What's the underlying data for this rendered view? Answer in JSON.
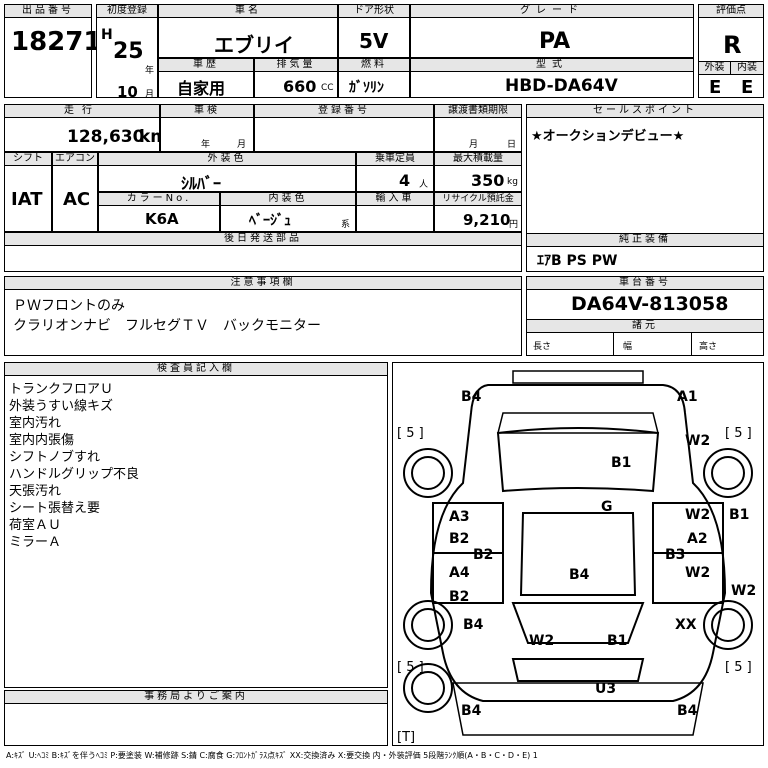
{
  "header": {
    "lot_label": "出品番号",
    "lot_number": "18271",
    "first_reg_label": "初度登録",
    "era": "H",
    "year_value": "25",
    "year_unit": "年",
    "month_value": "10",
    "month_unit": "月",
    "car_name_label": "車名",
    "car_name": "エブリイ",
    "door_label": "ドア形状",
    "door": "5V",
    "grade_label": "グレード",
    "grade": "PA",
    "score_label": "評価点",
    "score": "R",
    "history_label": "車歴",
    "history": "自家用",
    "displacement_label": "排気量",
    "displacement": "660",
    "displacement_unit": "CC",
    "fuel_label": "燃料",
    "fuel": "ｶﾞｿﾘﾝ",
    "model_label": "型式",
    "model": "HBD-DA64V",
    "exterior_label": "外装",
    "exterior_grade": "E",
    "interior_label": "内装",
    "interior_grade": "E"
  },
  "row2": {
    "mileage_label": "走行",
    "mileage": "128,630",
    "mileage_unit": "km",
    "inspection_label": "車検",
    "inspection_year_unit": "年",
    "inspection_month_unit": "月",
    "reg_no_label": "登録番号",
    "doc_deadline_label": "譲渡書類期限",
    "doc_month_unit": "月",
    "doc_day_unit": "日",
    "sales_point_label": "セールスポイント",
    "sales_point": "★オークションデビュー★"
  },
  "row3": {
    "shift_label": "シフト",
    "shift": "IAT",
    "ac_label": "エアコン",
    "ac": "AC",
    "ext_color_label": "外装色",
    "ext_color": "ｼﾙﾊﾞｰ",
    "capacity_label": "乗車定員",
    "capacity": "4",
    "capacity_unit": "人",
    "max_load_label": "最大積載量",
    "max_load": "350",
    "max_load_unit": "kg",
    "color_no_label": "カラーNo.",
    "color_no": "K6A",
    "int_color_label": "内装色",
    "int_color": "ﾍﾞｰｼﾞｭ",
    "int_color_unit": "系",
    "import_label": "輸入車",
    "recycle_label": "リサイクル預託金",
    "recycle": "9,210",
    "recycle_unit": "円",
    "later_parts_label": "後日発送部品",
    "equipment_label": "純正装備",
    "equipment": "ｴｱB PS PW"
  },
  "notes": {
    "label": "注意事項欄",
    "lines": [
      "ＰＷフロントのみ",
      "クラリオンナビ　フルセグＴＶ　バックモニター"
    ]
  },
  "chassis": {
    "label": "車台番号",
    "number": "DA64V-813058",
    "dims_label": "諸元",
    "length_label": "長さ",
    "width_label": "幅",
    "height_label": "高さ"
  },
  "inspector": {
    "label": "検査員記入欄",
    "lines": [
      "トランクフロアＵ",
      "外装うすい線キズ",
      "室内汚れ",
      "室内内張傷",
      "シフトノブすれ",
      "ハンドルグリップ不良",
      "天張汚れ",
      "シート張替え要",
      "荷室ＡＵ",
      "ミラーＡ"
    ]
  },
  "office": {
    "label": "事務局よりご案内"
  },
  "diagram": {
    "marks": [
      "B4",
      "A1",
      "W2",
      "B1",
      "G",
      "A3",
      "B2",
      "B2",
      "W2",
      "B1",
      "A2",
      "B3",
      "W2",
      "A4",
      "B2",
      "B4",
      "W2",
      "B4",
      "XX",
      "W2",
      "B1",
      "U3",
      "B4",
      "B4"
    ],
    "tire_labels": [
      "[ 5 ]",
      "[ 5 ]",
      "[ 5 ]",
      "[ 5 ]",
      "[T]"
    ]
  },
  "legend": "A:ｷｽﾞ U:ﾍｺﾐ B:ｷｽﾞを伴うﾍｺﾐ P:要塗装 W:補修跡 S:錆 C:腐食 G:ﾌﾛﾝﾄｶﾞﾗｽ点ｷｽﾞ XX:交換済み X:要交換 内・外装評価 5段階ﾗﾝｸ順(A・B・C・D・E) 1"
}
